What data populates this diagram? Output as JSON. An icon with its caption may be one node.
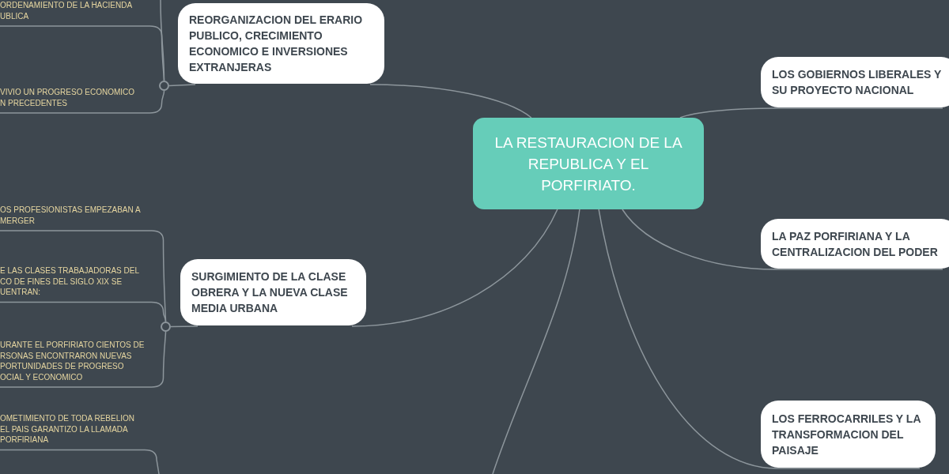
{
  "diagram": {
    "nodes": [
      {
        "text": [
          "LA RESTAURACION DE LA REPUBLICA Y EL PORFIRIATO."
        ]
      },
      {
        "text": [
          "REORGANIZACION DEL ERARIO PUBLICO, CRECIMIENTO ECONOMICO E INVERSIONES EXTRANJERAS"
        ]
      },
      {
        "text": [],
        "shape": "circle"
      },
      {
        "text": [
          "ORDENAMIENTO DE LA HACIENDA UBLICA"
        ]
      },
      {
        "text": [
          "VIVIO UN PROGRESO ECONOMICO N PRECEDENTES"
        ]
      },
      {
        "text": [
          "SURGIMIENTO DE LA CLASE OBRERA Y LA NUEVA CLASE MEDIA URBANA"
        ]
      },
      {
        "text": [],
        "shape": "circle"
      },
      {
        "text": [
          "OS PROFESIONISTAS EMPEZABAN A MERGER"
        ]
      },
      {
        "text": [
          "E LAS CLASES TRABAJADORAS DEL CO DE FINES DEL SIGLO XIX SE UENTRAN:"
        ]
      },
      {
        "text": [
          "URANTE EL PORFIRIATO CIENTOS DE RSONAS ENCONTRARON NUEVAS PORTUNIDADES DE PROGRESO OCIAL Y ECONOMICO"
        ]
      },
      {
        "text": [
          "OMETIMIENTO DE TODA REBELION EL PAIS GARANTIZO LA LLAMADA PORFIRIANA"
        ]
      },
      {
        "text": [
          "LOS GOBIERNOS LIBERALES Y SU PROYECTO NACIONAL"
        ]
      },
      {
        "text": [
          "LA PAZ PORFIRIANA Y LA CENTRALIZACION DEL PODER"
        ]
      },
      {
        "text": [
          "LOS FERROCARRILES Y LA TRANSFORMACION DEL PAISAJE"
        ]
      }
    ],
    "edges": [
      {
        "from": 0,
        "to": 1,
        "arrow": "none"
      },
      {
        "from": 2,
        "to": 1,
        "arrow": "none"
      },
      {
        "from": null,
        "to": 2,
        "arrow": "none"
      },
      {
        "from": 3,
        "to": 2,
        "arrow": "none"
      },
      {
        "from": 4,
        "to": 2,
        "arrow": "none"
      },
      {
        "from": 0,
        "to": 5,
        "arrow": "none"
      },
      {
        "from": 6,
        "to": 5,
        "arrow": "none"
      },
      {
        "from": 7,
        "to": 6,
        "arrow": "none"
      },
      {
        "from": 8,
        "to": 6,
        "arrow": "none"
      },
      {
        "from": 9,
        "to": 6,
        "arrow": "none"
      },
      {
        "from": 10,
        "to": null,
        "arrow": "none"
      },
      {
        "from": 0,
        "to": null,
        "arrow": "none"
      },
      {
        "from": 0,
        "to": 11,
        "arrow": "none"
      },
      {
        "from": 0,
        "to": 12,
        "arrow": "none"
      },
      {
        "from": 0,
        "to": 13,
        "arrow": "none"
      }
    ]
  }
}
